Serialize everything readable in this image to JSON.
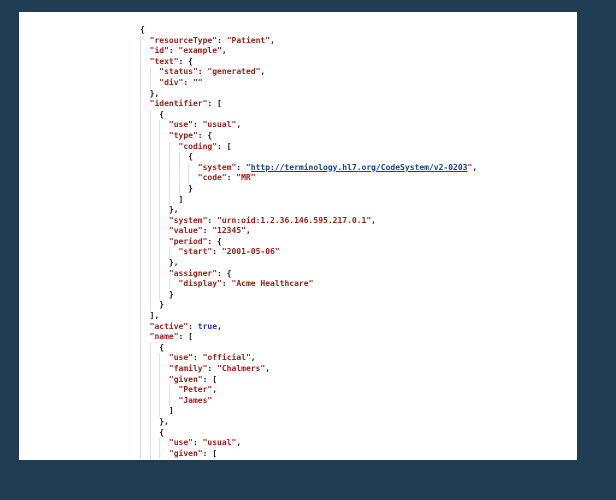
{
  "page": {
    "background_color": "#203d54",
    "panel_color": "#ffffff"
  },
  "syntax_colors": {
    "string": "#9e1c13",
    "keyword": "#2233bb",
    "link": "#0b44a3",
    "punctuation": "#1b1b1b",
    "indent_guide": "#dde3e8"
  },
  "code": {
    "format": "json",
    "link_url": "http://terminology.hl7.org/CodeSystem/v2-0203",
    "lines": [
      {
        "i": 0,
        "t": [
          [
            "p",
            "{"
          ]
        ]
      },
      {
        "i": 1,
        "t": [
          [
            "s",
            "\"resourceType\""
          ],
          [
            "p",
            ": "
          ],
          [
            "s",
            "\"Patient\""
          ],
          [
            "p",
            ","
          ]
        ]
      },
      {
        "i": 1,
        "t": [
          [
            "s",
            "\"id\""
          ],
          [
            "p",
            ": "
          ],
          [
            "s",
            "\"example\""
          ],
          [
            "p",
            ","
          ]
        ]
      },
      {
        "i": 1,
        "t": [
          [
            "s",
            "\"text\""
          ],
          [
            "p",
            ": {"
          ]
        ]
      },
      {
        "i": 2,
        "t": [
          [
            "s",
            "\"status\""
          ],
          [
            "p",
            ": "
          ],
          [
            "s",
            "\"generated\""
          ],
          [
            "p",
            ","
          ]
        ]
      },
      {
        "i": 2,
        "t": [
          [
            "s",
            "\"div\""
          ],
          [
            "p",
            ": "
          ],
          [
            "s",
            "\"\""
          ]
        ]
      },
      {
        "i": 1,
        "t": [
          [
            "p",
            "},"
          ]
        ]
      },
      {
        "i": 1,
        "t": [
          [
            "s",
            "\"identifier\""
          ],
          [
            "p",
            ": ["
          ]
        ]
      },
      {
        "i": 2,
        "t": [
          [
            "p",
            "{"
          ]
        ]
      },
      {
        "i": 3,
        "t": [
          [
            "s",
            "\"use\""
          ],
          [
            "p",
            ": "
          ],
          [
            "s",
            "\"usual\""
          ],
          [
            "p",
            ","
          ]
        ]
      },
      {
        "i": 3,
        "t": [
          [
            "s",
            "\"type\""
          ],
          [
            "p",
            ": {"
          ]
        ]
      },
      {
        "i": 4,
        "t": [
          [
            "s",
            "\"coding\""
          ],
          [
            "p",
            ": ["
          ]
        ]
      },
      {
        "i": 5,
        "t": [
          [
            "p",
            "{"
          ]
        ]
      },
      {
        "i": 6,
        "t": [
          [
            "s",
            "\"system\""
          ],
          [
            "p",
            ": "
          ],
          [
            "s",
            "\""
          ],
          [
            "a",
            "http://terminology.hl7.org/CodeSystem/v2-0203"
          ],
          [
            "s",
            "\""
          ],
          [
            "p",
            ","
          ]
        ]
      },
      {
        "i": 6,
        "t": [
          [
            "s",
            "\"code\""
          ],
          [
            "p",
            ": "
          ],
          [
            "s",
            "\"MR\""
          ]
        ]
      },
      {
        "i": 5,
        "t": [
          [
            "p",
            "}"
          ]
        ]
      },
      {
        "i": 4,
        "t": [
          [
            "p",
            "]"
          ]
        ]
      },
      {
        "i": 3,
        "t": [
          [
            "p",
            "},"
          ]
        ]
      },
      {
        "i": 3,
        "t": [
          [
            "s",
            "\"system\""
          ],
          [
            "p",
            ": "
          ],
          [
            "s",
            "\"urn:oid:1.2.36.146.595.217.0.1\""
          ],
          [
            "p",
            ","
          ]
        ]
      },
      {
        "i": 3,
        "t": [
          [
            "s",
            "\"value\""
          ],
          [
            "p",
            ": "
          ],
          [
            "s",
            "\"12345\""
          ],
          [
            "p",
            ","
          ]
        ]
      },
      {
        "i": 3,
        "t": [
          [
            "s",
            "\"period\""
          ],
          [
            "p",
            ": {"
          ]
        ]
      },
      {
        "i": 4,
        "t": [
          [
            "s",
            "\"start\""
          ],
          [
            "p",
            ": "
          ],
          [
            "s",
            "\"2001-05-06\""
          ]
        ]
      },
      {
        "i": 3,
        "t": [
          [
            "p",
            "},"
          ]
        ]
      },
      {
        "i": 3,
        "t": [
          [
            "s",
            "\"assigner\""
          ],
          [
            "p",
            ": {"
          ]
        ]
      },
      {
        "i": 4,
        "t": [
          [
            "s",
            "\"display\""
          ],
          [
            "p",
            ": "
          ],
          [
            "s",
            "\"Acme Healthcare\""
          ]
        ]
      },
      {
        "i": 3,
        "t": [
          [
            "p",
            "}"
          ]
        ]
      },
      {
        "i": 2,
        "t": [
          [
            "p",
            "}"
          ]
        ]
      },
      {
        "i": 1,
        "t": [
          [
            "p",
            "],"
          ]
        ]
      },
      {
        "i": 1,
        "t": [
          [
            "s",
            "\"active\""
          ],
          [
            "p",
            ": "
          ],
          [
            "b",
            "true"
          ],
          [
            "p",
            ","
          ]
        ]
      },
      {
        "i": 1,
        "t": [
          [
            "s",
            "\"name\""
          ],
          [
            "p",
            ": ["
          ]
        ]
      },
      {
        "i": 2,
        "t": [
          [
            "p",
            "{"
          ]
        ]
      },
      {
        "i": 3,
        "t": [
          [
            "s",
            "\"use\""
          ],
          [
            "p",
            ": "
          ],
          [
            "s",
            "\"official\""
          ],
          [
            "p",
            ","
          ]
        ]
      },
      {
        "i": 3,
        "t": [
          [
            "s",
            "\"family\""
          ],
          [
            "p",
            ": "
          ],
          [
            "s",
            "\"Chalmers\""
          ],
          [
            "p",
            ","
          ]
        ]
      },
      {
        "i": 3,
        "t": [
          [
            "s",
            "\"given\""
          ],
          [
            "p",
            ": ["
          ]
        ]
      },
      {
        "i": 4,
        "t": [
          [
            "s",
            "\"Peter\""
          ],
          [
            "p",
            ","
          ]
        ]
      },
      {
        "i": 4,
        "t": [
          [
            "s",
            "\"James\""
          ]
        ]
      },
      {
        "i": 3,
        "t": [
          [
            "p",
            "]"
          ]
        ]
      },
      {
        "i": 2,
        "t": [
          [
            "p",
            "},"
          ]
        ]
      },
      {
        "i": 2,
        "t": [
          [
            "p",
            "{"
          ]
        ]
      },
      {
        "i": 3,
        "t": [
          [
            "s",
            "\"use\""
          ],
          [
            "p",
            ": "
          ],
          [
            "s",
            "\"usual\""
          ],
          [
            "p",
            ","
          ]
        ]
      },
      {
        "i": 3,
        "t": [
          [
            "s",
            "\"given\""
          ],
          [
            "p",
            ": ["
          ]
        ]
      }
    ]
  }
}
